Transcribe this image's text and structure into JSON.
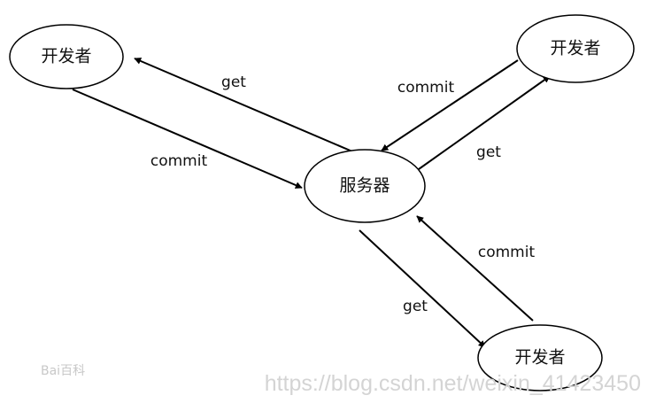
{
  "nodes": {
    "server": {
      "label": "服务器"
    },
    "dev_top_left": {
      "label": "开发者"
    },
    "dev_top_right": {
      "label": "开发者"
    },
    "dev_bottom_right": {
      "label": "开发者"
    }
  },
  "edges": {
    "tl_get": {
      "label": "get"
    },
    "tl_commit": {
      "label": "commit"
    },
    "tr_commit": {
      "label": "commit"
    },
    "tr_get": {
      "label": "get"
    },
    "br_commit": {
      "label": "commit"
    },
    "br_get": {
      "label": "get"
    }
  },
  "watermark": {
    "logo_text": "Bai百科",
    "url": "https://blog.csdn.net/weixin_41423450"
  },
  "colors": {
    "stroke": "#000000",
    "background": "#ffffff",
    "watermark": "#d4d4d4"
  }
}
